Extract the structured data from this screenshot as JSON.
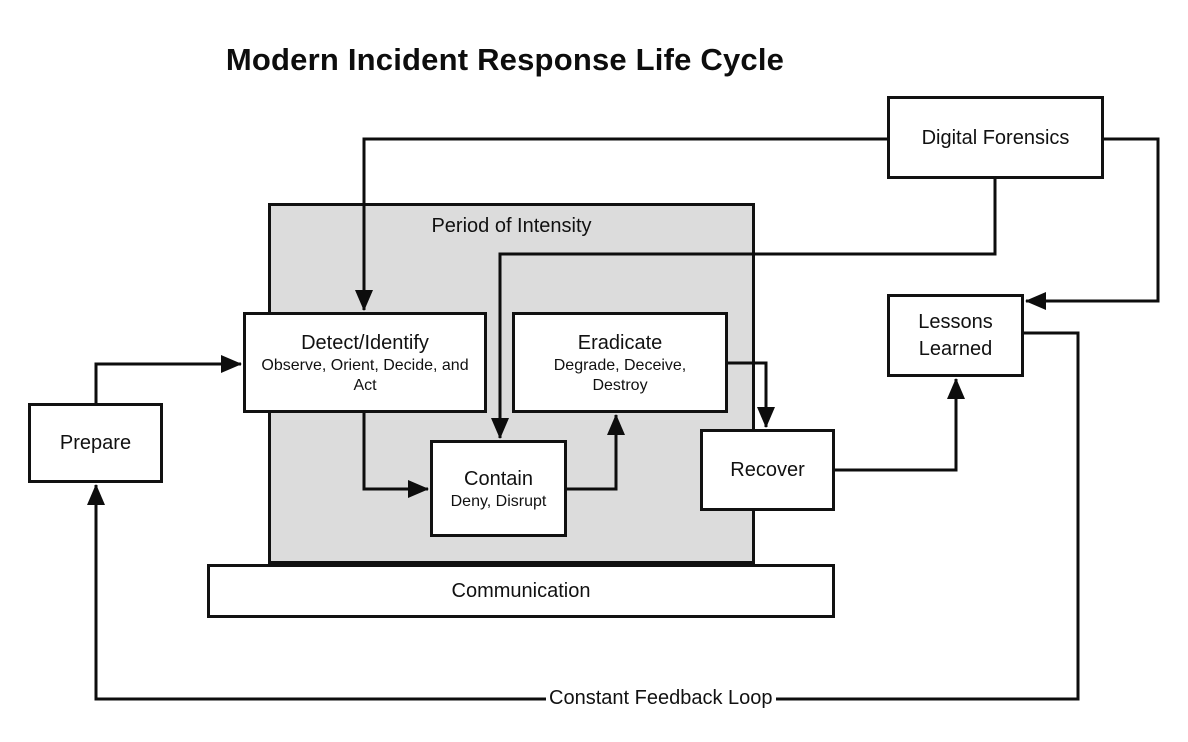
{
  "title": "Modern Incident Response Life Cycle",
  "region": {
    "label": "Period of Intensity"
  },
  "nodes": {
    "forensics": {
      "title": "Digital Forensics"
    },
    "lessons": {
      "title": "Lessons Learned"
    },
    "prepare": {
      "title": "Prepare"
    },
    "detect": {
      "title": "Detect/Identify",
      "subtitle": "Observe, Orient, Decide, and Act"
    },
    "eradicate": {
      "title": "Eradicate",
      "subtitle": "Degrade, Deceive, Destroy"
    },
    "contain": {
      "title": "Contain",
      "subtitle": "Deny, Disrupt"
    },
    "recover": {
      "title": "Recover"
    },
    "communication": {
      "title": "Communication"
    }
  },
  "feedback_label": "Constant Feedback Loop",
  "connections": [
    "prepare -> detect",
    "digital-forensics -> detect",
    "digital-forensics -> contain",
    "detect -> contain",
    "contain -> eradicate",
    "eradicate -> recover",
    "recover -> lessons-learned",
    "digital-forensics -> lessons-learned",
    "lessons-learned -> prepare (constant feedback loop)"
  ],
  "colors": {
    "background": "#ffffff",
    "region_fill": "#dcdcdc",
    "line": "#0d0d0d",
    "box_fill": "#ffffff",
    "box_border": "#111111"
  }
}
